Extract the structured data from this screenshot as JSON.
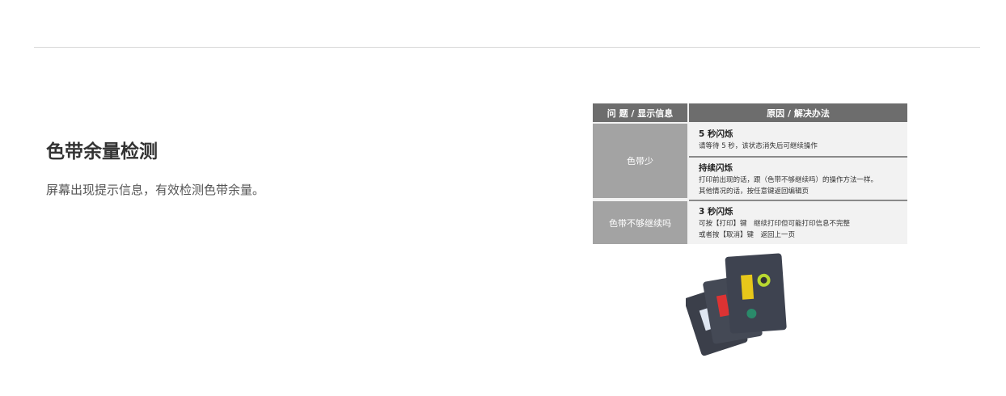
{
  "section": {
    "title": "色带余量检测",
    "description": "屏幕出现提示信息，有效检测色带余量。"
  },
  "table": {
    "headers": [
      "问 题 / 显示信息",
      "原因 / 解决办法"
    ],
    "rows": [
      {
        "problem": "色带少",
        "solutions": [
          {
            "title": "5 秒闪烁",
            "lines": [
              "请等待 5 秒，该状态消失后可继续操作"
            ]
          },
          {
            "title": "持续闪烁",
            "lines": [
              "打印前出现的话，跟（色带不够继续吗）的操作方法一样。",
              "其他情况的话，按任意键返回编辑页"
            ]
          }
        ]
      },
      {
        "problem": "色带不够继续吗",
        "solutions": [
          {
            "title": "3 秒闪烁",
            "lines": [
              "可按【打印】键　继续打印但可能打印信息不完整",
              "或者按【取消】键　返回上一页"
            ]
          }
        ]
      }
    ]
  }
}
